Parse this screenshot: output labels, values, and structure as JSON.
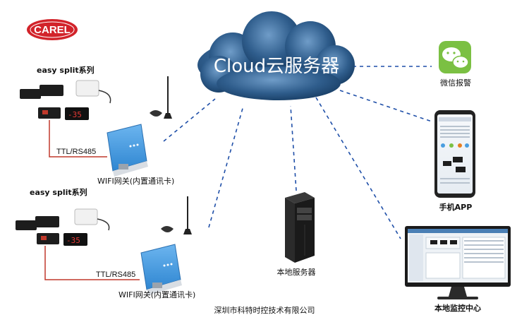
{
  "brand": {
    "logo_text": "CAREL"
  },
  "cloud": {
    "label": "Cloud云服务器"
  },
  "groups": [
    {
      "series_label": "easy split系列",
      "bus_label": "TTL/RS485",
      "gateway_label": "WIFI网关(内置通讯卡)",
      "display_value": "-35"
    },
    {
      "series_label": "easy split系列",
      "bus_label": "TTL/RS485",
      "gateway_label": "WIFI网关(内置通讯卡)",
      "display_value": "-35"
    }
  ],
  "endpoints": {
    "wechat": "微信报警",
    "app": "手机APP",
    "server": "本地服务器",
    "monitor": "本地监控中心"
  },
  "footer": {
    "company": "深圳市科特时控技术有限公司"
  },
  "colors": {
    "cloud": "#2f5d8c",
    "link": "#1f4fa8",
    "wire": "#c0392b",
    "gateway": "#4a9ee0",
    "brand": "#d2232a",
    "wechat": "#7bc043"
  }
}
